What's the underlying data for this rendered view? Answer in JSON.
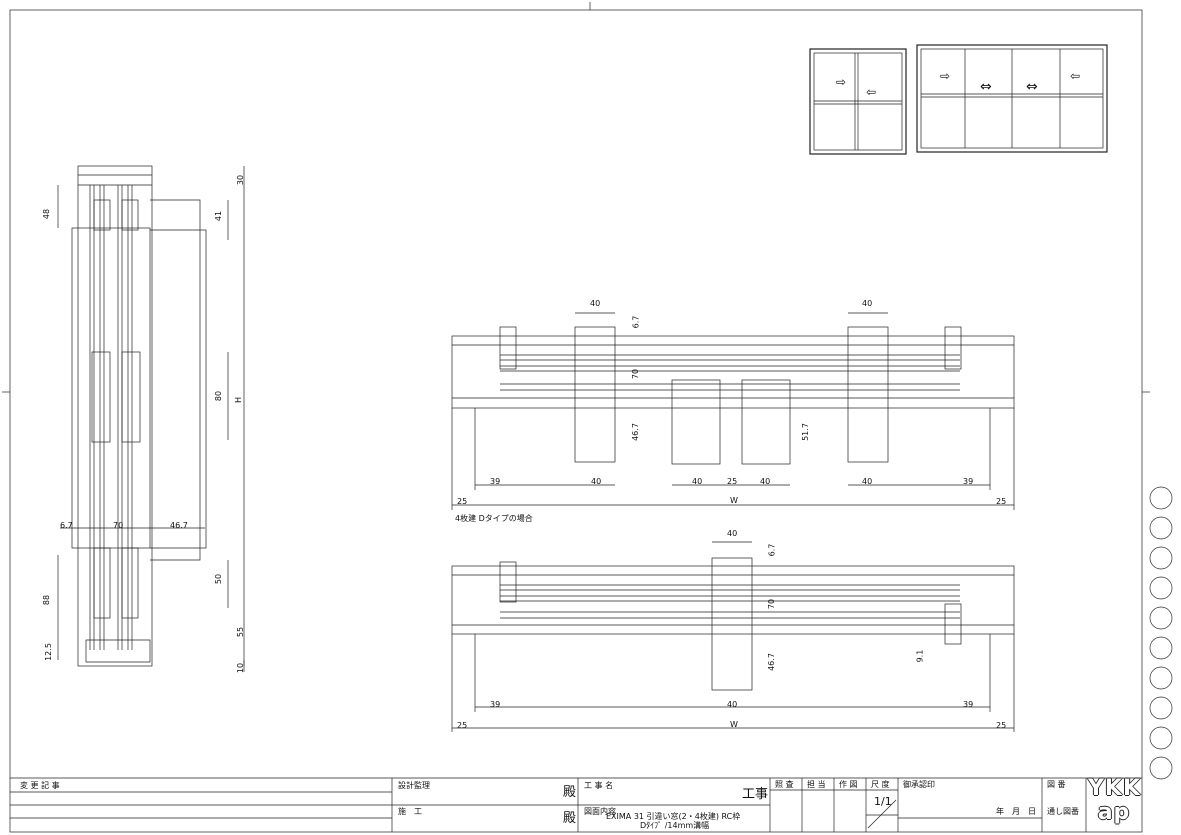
{
  "top_right_sketch": {
    "panels_2": [
      "⇨",
      "⇦"
    ],
    "panels_4": [
      "⇨",
      "⇔",
      "⇔",
      "⇦"
    ]
  },
  "section_dims": {
    "top": [
      "30",
      "41",
      "48"
    ],
    "center": "80",
    "height_label": "H",
    "left_mid": "6.7",
    "mid_70": "70",
    "mid_467": "46.7",
    "lower": [
      "50",
      "88",
      "55",
      "12.5",
      "10"
    ]
  },
  "plan1": {
    "top_40_left": "40",
    "top_40_right": "40",
    "v67": "6.7",
    "v70": "70",
    "v467": "46.7",
    "v517": "51.7",
    "bottom": [
      "39",
      "40",
      "40",
      "25",
      "40",
      "40",
      "39"
    ],
    "w": "W",
    "ends": [
      "25",
      "25"
    ],
    "caption": "4枚建 Dタイプの場合"
  },
  "plan2": {
    "top_40": "40",
    "v67": "6.7",
    "v70": "70",
    "v467": "46.7",
    "v91": "9.1",
    "bottom": [
      "39",
      "40",
      "39"
    ],
    "w": "W",
    "ends": [
      "25",
      "25"
    ]
  },
  "title_block": {
    "change_record": "変 更 記 事",
    "supervision": "設計監理",
    "construction": "施　工",
    "dono1": "殿",
    "dono2": "殿",
    "project_label": "工 事 名",
    "project_suffix": "工事",
    "contents_label": "図面内容",
    "contents_line1": "EXIMA 31 引違い窓(2・4枚建) RC枠",
    "contents_line2": "Dﾀｲﾌﾟ /14mm溝幅",
    "check": "照 査",
    "charge": "担 当",
    "drafted": "作 図",
    "scale_label": "尺 度",
    "scale_value": "1/1",
    "approval": "御承認印",
    "ym": "年　月　日",
    "drawing_no_label": "図 番",
    "drawing_type": "通し図番",
    "logo_top": "YKK",
    "logo_bottom": "ap"
  },
  "circles_count": 10
}
